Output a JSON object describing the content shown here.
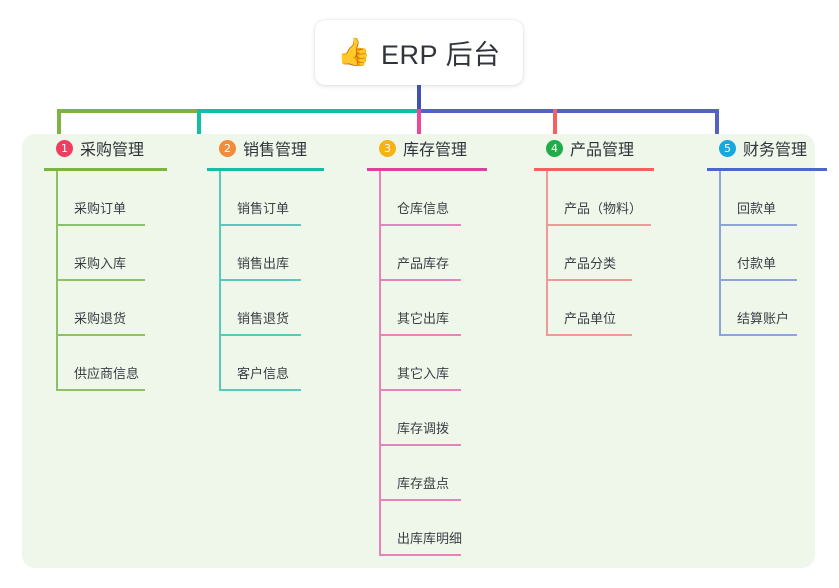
{
  "root": {
    "icon": "thumbs-up-icon",
    "icon_glyph": "👍",
    "title": "ERP 后台"
  },
  "panel": {
    "background_color": "#eef7ea"
  },
  "connectors": {
    "trunk_color": "#3f51b5",
    "bus_colors": [
      "#7cb342",
      "#12bfa5",
      "#5263c4"
    ],
    "stub_colors": [
      "#7cb342",
      "#12bfa5",
      "#ec4899",
      "#f4615f",
      "#5263c4"
    ]
  },
  "columns": [
    {
      "number": "1",
      "number_glyph": "①",
      "title": "采购管理",
      "badge_color": "#ef3e62",
      "rule_color": "#7cb342",
      "line_color": "#8cc265",
      "items": [
        {
          "label": "采购订单"
        },
        {
          "label": "采购入库"
        },
        {
          "label": "采购退货"
        },
        {
          "label": "供应商信息"
        }
      ]
    },
    {
      "number": "2",
      "number_glyph": "②",
      "title": "销售管理",
      "badge_color": "#f08c3a",
      "rule_color": "#12bfa5",
      "line_color": "#5ac8bb",
      "items": [
        {
          "label": "销售订单"
        },
        {
          "label": "销售出库"
        },
        {
          "label": "销售退货"
        },
        {
          "label": "客户信息"
        }
      ]
    },
    {
      "number": "3",
      "number_glyph": "③",
      "title": "库存管理",
      "badge_color": "#f5b315",
      "rule_color": "#e03fa0",
      "line_color": "#e484bb",
      "items": [
        {
          "label": "仓库信息"
        },
        {
          "label": "产品库存"
        },
        {
          "label": "其它出库"
        },
        {
          "label": "其它入库"
        },
        {
          "label": "库存调拨"
        },
        {
          "label": "库存盘点"
        },
        {
          "label": "出库库明细"
        }
      ]
    },
    {
      "number": "4",
      "number_glyph": "④",
      "title": "产品管理",
      "badge_color": "#1fac4b",
      "rule_color": "#f4615f",
      "line_color": "#f09a98",
      "items": [
        {
          "label": "产品（物料）",
          "wide": true
        },
        {
          "label": "产品分类"
        },
        {
          "label": "产品单位"
        }
      ]
    },
    {
      "number": "5",
      "number_glyph": "⑤",
      "title": "财务管理",
      "badge_color": "#18a8e0",
      "rule_color": "#4a68c4",
      "line_color": "#8ea3dd",
      "items": [
        {
          "label": "回款单"
        },
        {
          "label": "付款单"
        },
        {
          "label": "结算账户"
        }
      ]
    }
  ]
}
